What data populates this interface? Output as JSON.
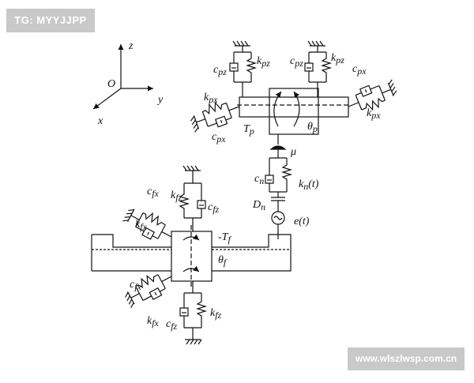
{
  "watermarks": {
    "top_left": "TG: MYYJJPP",
    "bottom_right": "www.wlszlwsp.com.cn"
  },
  "axes": {
    "origin": "O",
    "z": "z",
    "y": "y",
    "x": "x"
  },
  "labels": {
    "c_pz": "c",
    "c_pz_sub": "pz",
    "k_pz": "k",
    "k_pz_sub": "pz",
    "c_px": "c",
    "c_px_sub": "px",
    "k_px": "k",
    "k_px_sub": "px",
    "t_p": "T",
    "t_p_sub": "p",
    "theta_p": "θ",
    "theta_p_sub": "p",
    "mu": "μ",
    "c_n": "c",
    "c_n_sub": "n",
    "k_n": "k",
    "k_n_sub": "n",
    "k_n_arg": "(t)",
    "d_n": "D",
    "d_n_sub": "n",
    "e": "e(t)",
    "c_fx": "c",
    "c_fx_sub": "fx",
    "k_fx": "k",
    "k_fx_sub": "fx",
    "c_fz": "c",
    "c_fz_sub": "fz",
    "k_fz": "k",
    "k_fz_sub": "fz",
    "t_f": "-T",
    "t_f_sub": "f",
    "theta_f": "θ",
    "theta_f_sub": "f"
  }
}
